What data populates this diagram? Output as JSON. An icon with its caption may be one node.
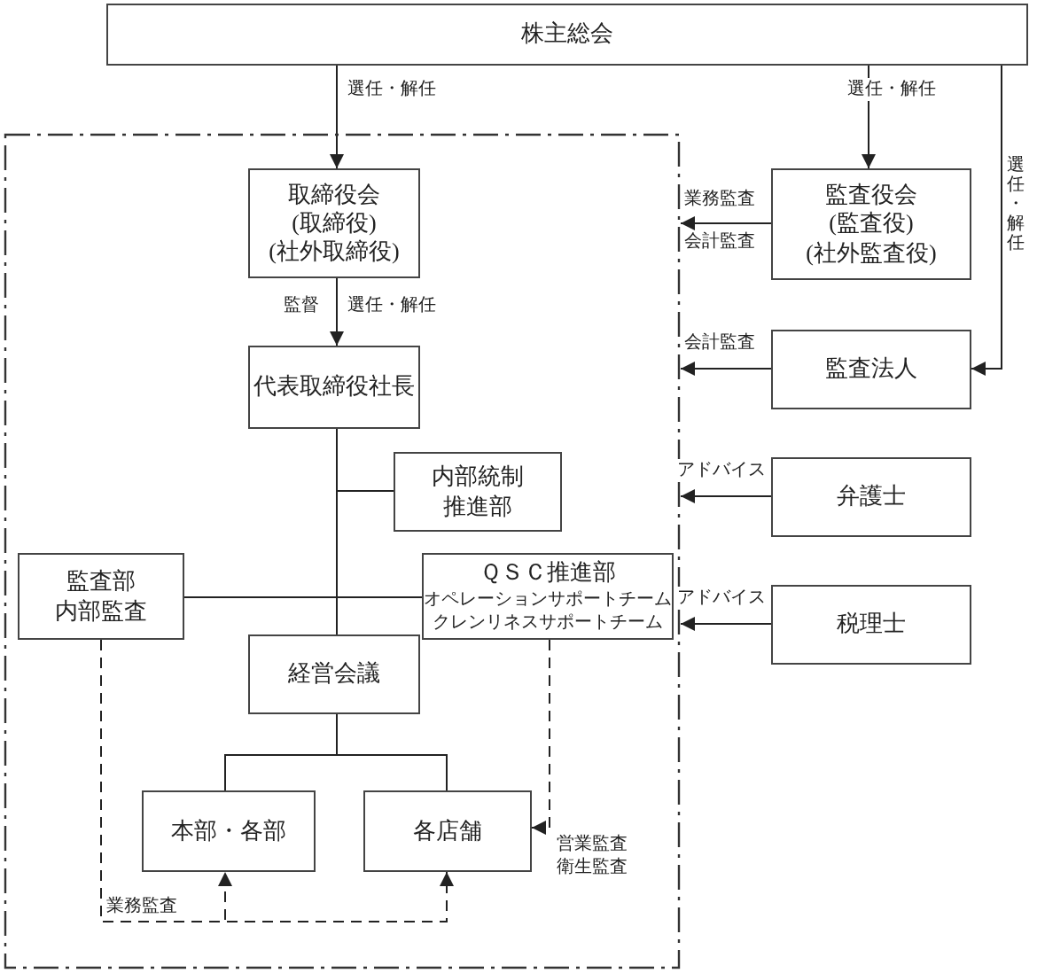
{
  "diagram": {
    "nodes": [
      {
        "text": [
          "株主総会"
        ]
      },
      {
        "text": [],
        "shape": "box"
      },
      {
        "text": [
          "取締役会",
          "(取締役)",
          "(社外取締役)"
        ],
        "in": 1
      },
      {
        "text": [
          "代表取締役社長"
        ],
        "in": 1
      },
      {
        "text": [
          "内部統制推進部"
        ],
        "in": 1
      },
      {
        "text": [
          "監査部",
          "内部監査"
        ],
        "in": 1
      },
      {
        "text": [
          "ＱＳＣ推進部",
          "オペレーションサポートチーム",
          "クレンリネスサポートチーム"
        ],
        "in": 1
      },
      {
        "text": [
          "経営会議"
        ],
        "in": 1
      },
      {
        "text": [
          "本部・各部"
        ],
        "in": 1
      },
      {
        "text": [
          "各店舗"
        ],
        "in": 1
      },
      {
        "text": [
          "監査役会",
          "(監査役)",
          "(社外監査役)"
        ]
      },
      {
        "text": [
          "監査法人"
        ]
      },
      {
        "text": [
          "弁護士"
        ]
      },
      {
        "text": [
          "税理士"
        ]
      }
    ],
    "edges": [
      {
        "from": 0,
        "to": 2,
        "arrow": "to",
        "label": "選任・解任"
      },
      {
        "from": 0,
        "to": 10,
        "arrow": "to",
        "label": "選任・解任"
      },
      {
        "from": 0,
        "to": 11,
        "arrow": "to",
        "label": "選任・解任"
      },
      {
        "from": 2,
        "to": 3,
        "arrow": "to",
        "label": "選任・解任"
      },
      {
        "from": 10,
        "to": 1,
        "arrow": "to",
        "label": "業務監査"
      },
      {
        "from": 11,
        "to": 1,
        "arrow": "to",
        "label": "会計監査"
      },
      {
        "from": 12,
        "to": 1,
        "arrow": "to",
        "label": "アドバイス"
      },
      {
        "from": 13,
        "to": 1,
        "arrow": "to",
        "label": "アドバイス"
      },
      {
        "from": 3,
        "to": 7,
        "arrow": "none"
      },
      {
        "from": 3,
        "to": 4,
        "arrow": "none"
      },
      {
        "from": 3,
        "to": 5,
        "arrow": "none"
      },
      {
        "from": 3,
        "to": 6,
        "arrow": "none"
      },
      {
        "from": 7,
        "to": 8,
        "arrow": "none"
      },
      {
        "from": 7,
        "to": 9,
        "arrow": "none"
      },
      {
        "from": 5,
        "to": 8,
        "arrow": "to",
        "style": "dashed",
        "label": "業務監査"
      },
      {
        "from": 5,
        "to": 9,
        "arrow": "to",
        "style": "dashed"
      },
      {
        "from": 6,
        "to": 9,
        "arrow": "to",
        "style": "dashed",
        "label": "営業監査衛生監査"
      }
    ],
    "labels": [
      "監督",
      "会計監査"
    ]
  }
}
